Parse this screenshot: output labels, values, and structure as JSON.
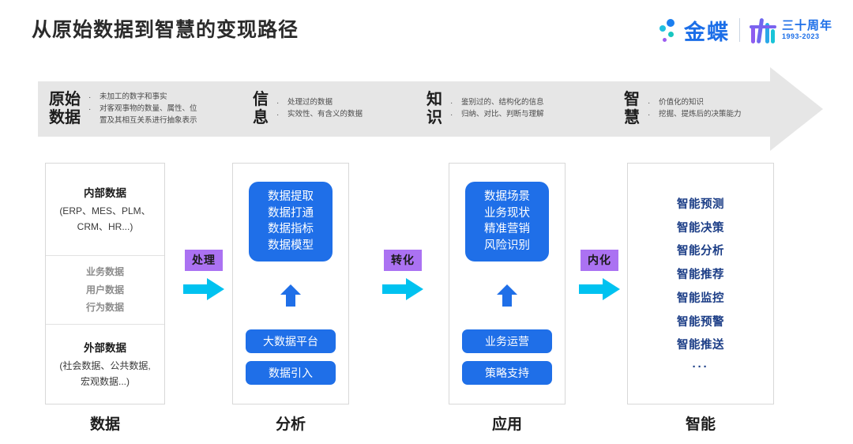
{
  "header": {
    "title": "从原始数据到智慧的变现路径",
    "brand": {
      "name": "金蝶",
      "anniversary_cn": "三十周年",
      "anniversary_years": "1993-2023"
    }
  },
  "banner": {
    "stages": [
      {
        "title_line1": "原始",
        "title_line2": "数据",
        "bullets": [
          {
            "text": "未加工的数字和事实",
            "text2": ""
          },
          {
            "text": "对客观事物的数量、属性、位",
            "text2": "置及其相互关系进行抽象表示"
          }
        ]
      },
      {
        "title_line1": "信",
        "title_line2": "息",
        "bullets": [
          {
            "text": "处理过的数据",
            "text2": ""
          },
          {
            "text": "实效性、有含义的数据",
            "text2": ""
          }
        ]
      },
      {
        "title_line1": "知",
        "title_line2": "识",
        "bullets": [
          {
            "text": "鉴别过的、结构化的信息",
            "text2": ""
          },
          {
            "text": "归纳、对比、判断与理解",
            "text2": ""
          }
        ]
      },
      {
        "title_line1": "智",
        "title_line2": "慧",
        "bullets": [
          {
            "text": "价值化的知识",
            "text2": ""
          },
          {
            "text": "挖掘、提炼后的决策能力",
            "text2": ""
          }
        ]
      }
    ]
  },
  "pipeline": {
    "columns": [
      {
        "label": "数据",
        "internal": {
          "head": "内部数据",
          "sub_line1": "(ERP、MES、PLM、",
          "sub_line2": "CRM、HR...)"
        },
        "middle": [
          "业务数据",
          "用户数据",
          "行为数据"
        ],
        "external": {
          "head": "外部数据",
          "sub_line1": "(社会数据、公共数据,",
          "sub_line2": "宏观数据...)"
        }
      },
      {
        "label": "分析",
        "main_box": [
          "数据提取",
          "数据打通",
          "数据指标",
          "数据模型"
        ],
        "pills": [
          "大数据平台",
          "数据引入"
        ]
      },
      {
        "label": "应用",
        "main_box": [
          "数据场景",
          "业务现状",
          "精准营销",
          "风险识别"
        ],
        "pills": [
          "业务运营",
          "策略支持"
        ]
      },
      {
        "label": "智能",
        "items": [
          "智能预测",
          "智能决策",
          "智能分析",
          "智能推荐",
          "智能监控",
          "智能预警",
          "智能推送"
        ],
        "more": "···"
      }
    ],
    "connectors": [
      {
        "label": "处理"
      },
      {
        "label": "转化"
      },
      {
        "label": "内化"
      }
    ]
  },
  "colors": {
    "banner_bg": "#e6e6e6",
    "blue_box": "#1f6fe8",
    "badge_purple": "#ab72f2",
    "arrow_cyan": "#00c2f0",
    "smart_text": "#1b3d86",
    "brand_blue": "#1b6ee8"
  }
}
